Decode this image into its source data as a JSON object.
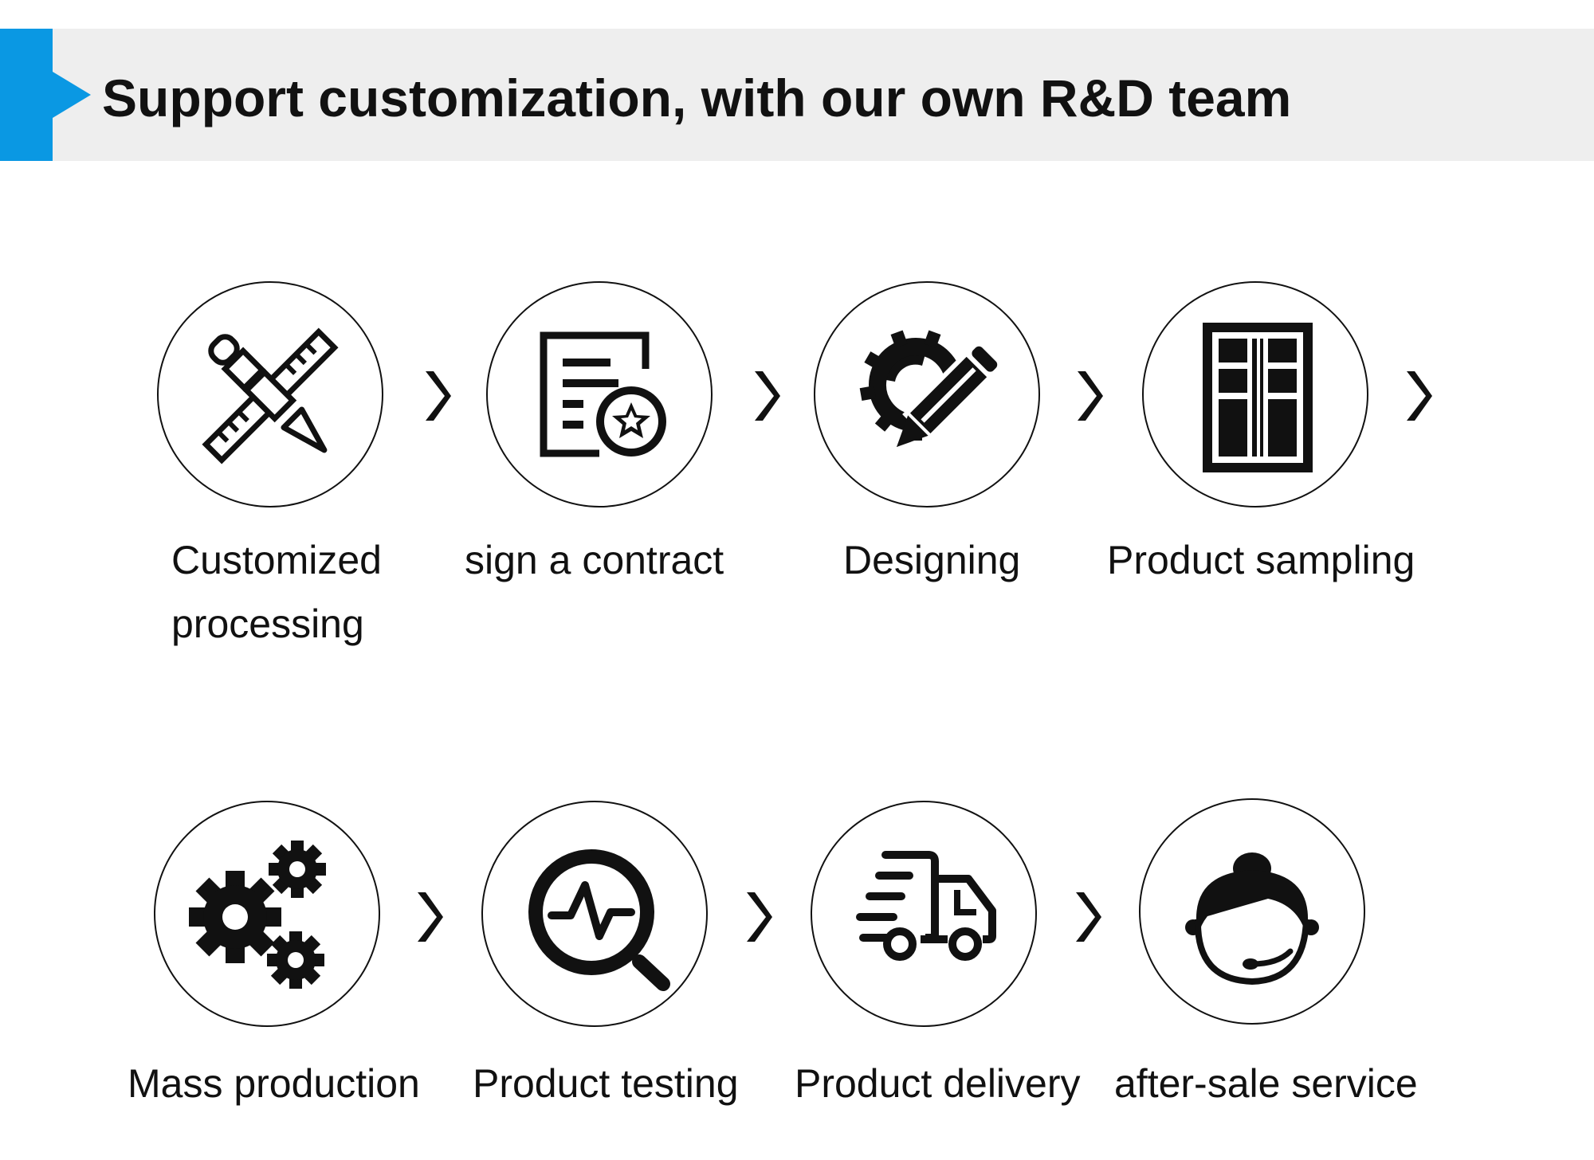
{
  "header": {
    "title": "Support customization, with our own R&D team",
    "accent_color": "#0a98e3"
  },
  "steps_row1": [
    {
      "label": "Customized processing",
      "icon": "ruler-pencil-icon"
    },
    {
      "label": "sign a contract",
      "icon": "contract-star-icon"
    },
    {
      "label": "Designing",
      "icon": "gear-pencil-icon"
    },
    {
      "label": "Product sampling",
      "icon": "grid-panel-icon"
    }
  ],
  "steps_row2": [
    {
      "label": "Mass production",
      "icon": "gears-icon"
    },
    {
      "label": "Product testing",
      "icon": "magnifier-pulse-icon"
    },
    {
      "label": "Product delivery",
      "icon": "delivery-truck-icon"
    },
    {
      "label": "after-sale service",
      "icon": "support-agent-icon"
    }
  ],
  "row1_label_line2": "processing",
  "row1_label_line1": "Customized"
}
